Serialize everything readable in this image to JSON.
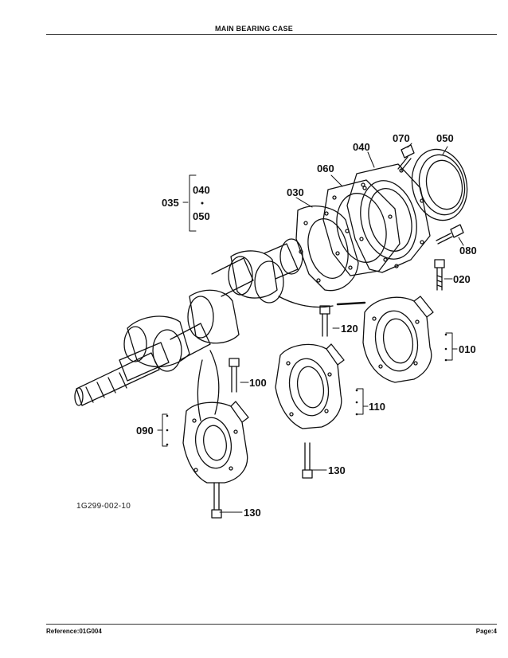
{
  "header": {
    "title": "MAIN BEARING CASE"
  },
  "footer": {
    "reference": "Reference:01G004",
    "page": "Page:4"
  },
  "diagram": {
    "figure_ref": "1G299-002-10",
    "parts": {
      "p010": "010",
      "p020": "020",
      "p030": "030",
      "p035": "035",
      "p040_group": "040",
      "p040": "040",
      "p050_group": "050",
      "p050": "050",
      "p060": "060",
      "p070": "070",
      "p080": "080",
      "p090": "090",
      "p100": "100",
      "p110": "110",
      "p120": "120",
      "p130_upper": "130",
      "p130_lower": "130"
    }
  }
}
